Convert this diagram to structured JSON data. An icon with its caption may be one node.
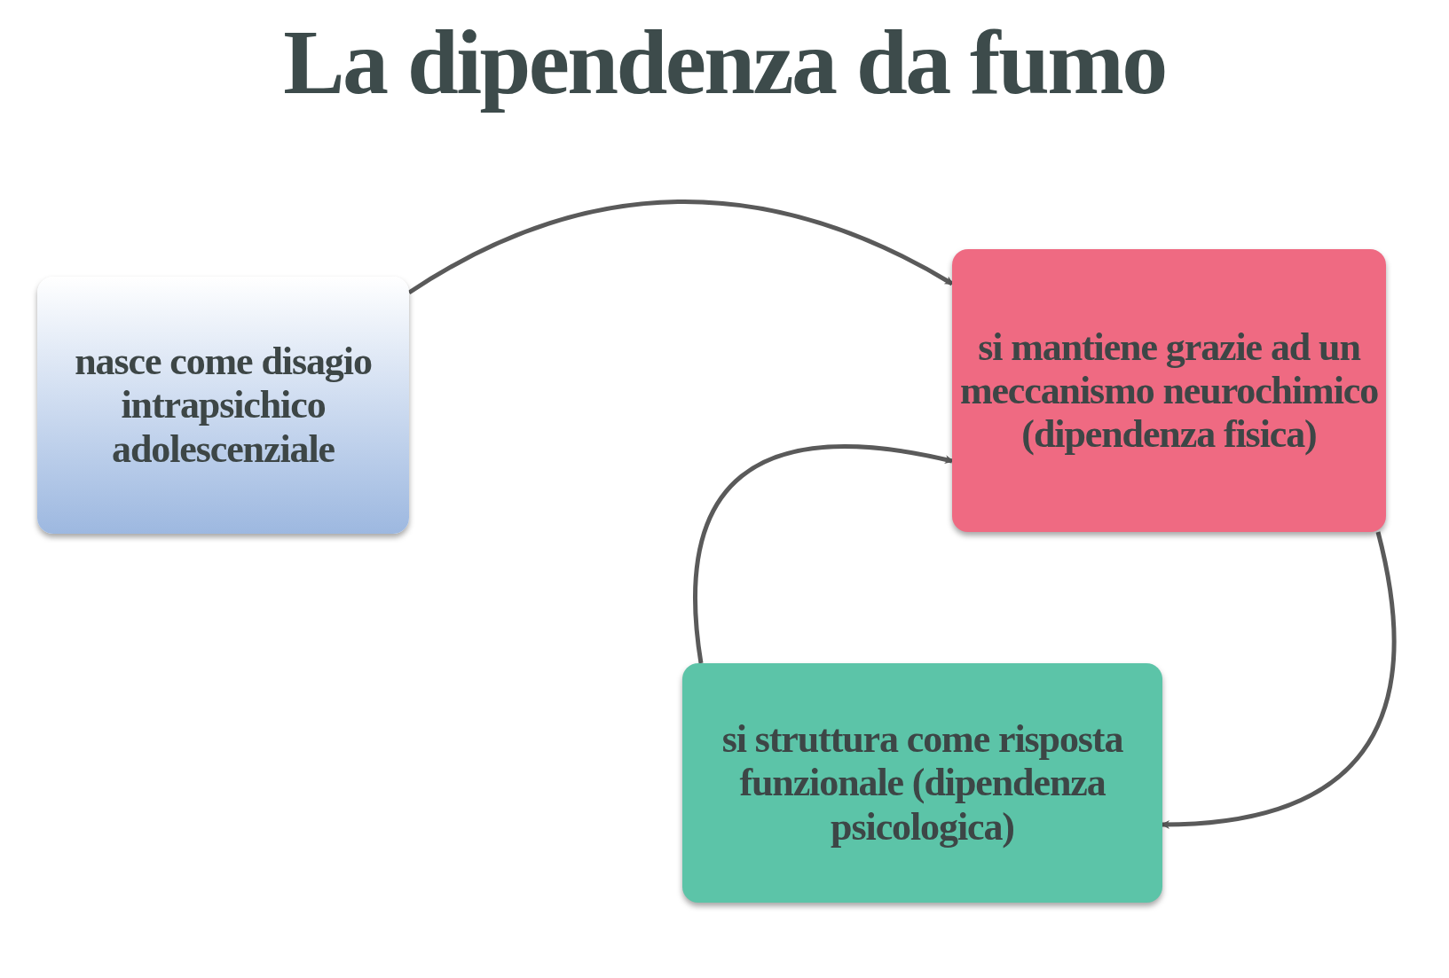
{
  "diagram": {
    "title": "La dipendenza da fumo",
    "nodes": [
      {
        "text": [
          "nasce come disagio intrapsichico adolescenziale"
        ]
      },
      {
        "text": [
          "si mantiene grazie ad un meccanismo neurochimico (dipendenza fisica)"
        ]
      },
      {
        "text": [
          "si struttura come risposta funzionale (dipendenza psicologica)"
        ]
      }
    ],
    "edges": [
      {
        "from": 0,
        "to": 1,
        "arrow": "to"
      },
      {
        "from": 1,
        "to": 2,
        "arrow": "to"
      },
      {
        "from": 2,
        "to": 1,
        "arrow": "to"
      }
    ]
  }
}
